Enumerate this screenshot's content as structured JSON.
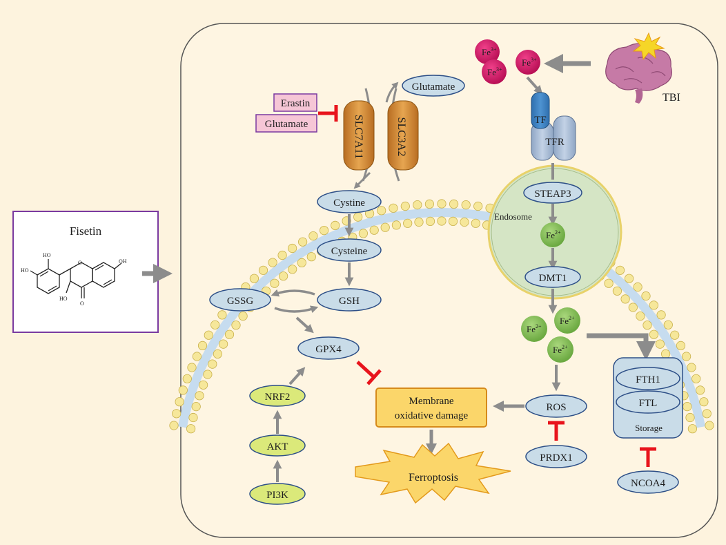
{
  "fisetin": {
    "title": "Fisetin",
    "oh_label": "HO",
    "oh_label2": "OH",
    "o_label": "O"
  },
  "injury": {
    "label": "TBI"
  },
  "transporter": {
    "slc7a11": "SLC7A11",
    "slc3a2": "SLC3A2",
    "glutamate_out": "Glutamate"
  },
  "inhibitors_left": {
    "erastin": "Erastin",
    "glutamate": "Glutamate"
  },
  "iron_uptake": {
    "fe3": [
      "Fe",
      "Fe",
      "Fe"
    ],
    "fe3_charge": "3+",
    "tf": "TF",
    "tfr": "TFR",
    "steap3": "STEAP3",
    "endosome": "Endosome",
    "fe2": "Fe",
    "fe2_charge": "2+",
    "dmt1": "DMT1"
  },
  "gsh_pathway": {
    "cystine": "Cystine",
    "cysteine": "Cysteine",
    "gsh": "GSH",
    "gssg": "GSSG",
    "gpx4": "GPX4"
  },
  "signaling": {
    "nrf2": "NRF2",
    "akt": "AKT",
    "pi3k": "PI3K"
  },
  "damage": {
    "membrane_line1": "Membrane",
    "membrane_line2": "oxidative damage",
    "ferroptosis": "Ferroptosis"
  },
  "ros": {
    "ros": "ROS",
    "prdx1": "PRDX1"
  },
  "storage": {
    "fth1": "FTH1",
    "ftl": "FTL",
    "label": "Storage",
    "ncoa4": "NCOA4"
  },
  "colors": {
    "background": "#fdf3de",
    "cell": "#fef5e2",
    "node_blue": "#c9dce8",
    "node_green": "#dbe97a",
    "iron3": "#d11a66",
    "iron2": "#87c257",
    "inhibit": "#e8141c",
    "arrow": "#8c8c8c",
    "damage_box": "#fbd66a",
    "transporter": "#c8802e"
  }
}
